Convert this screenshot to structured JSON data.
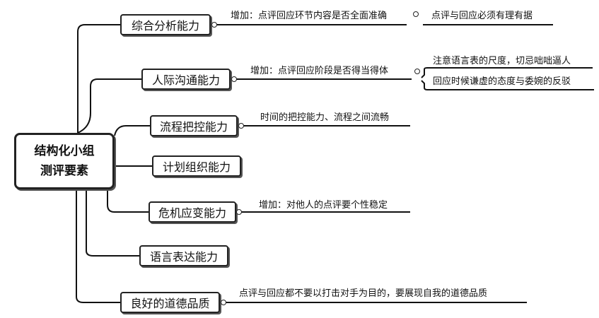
{
  "diagram": {
    "root": {
      "line1": "结构化小组",
      "line2": "测评要素"
    },
    "branches": [
      {
        "label": "综合分析能力",
        "note": "增加：点评回应环节内容是否全面准确",
        "sub": [
          "点评与回应必须有理有据"
        ]
      },
      {
        "label": "人际沟通能力",
        "note": "增加：点评回应阶段是否得当得体",
        "sub": [
          "注意语言表的尺度，切忌咄咄逼人",
          "回应时候谦虚的态度与委婉的反驳"
        ]
      },
      {
        "label": "流程把控能力",
        "note": "时间的把控能力、流程之间流畅",
        "sub": []
      },
      {
        "label": "计划组织能力",
        "note": "",
        "sub": []
      },
      {
        "label": "危机应变能力",
        "note": "增加：对他人的点评要个性稳定",
        "sub": []
      },
      {
        "label": "语言表达能力",
        "note": "",
        "sub": []
      },
      {
        "label": "良好的道德品质",
        "note": "点评与回应都不要以打击对手为目的，要展现自我的道德品质",
        "sub": []
      }
    ]
  }
}
